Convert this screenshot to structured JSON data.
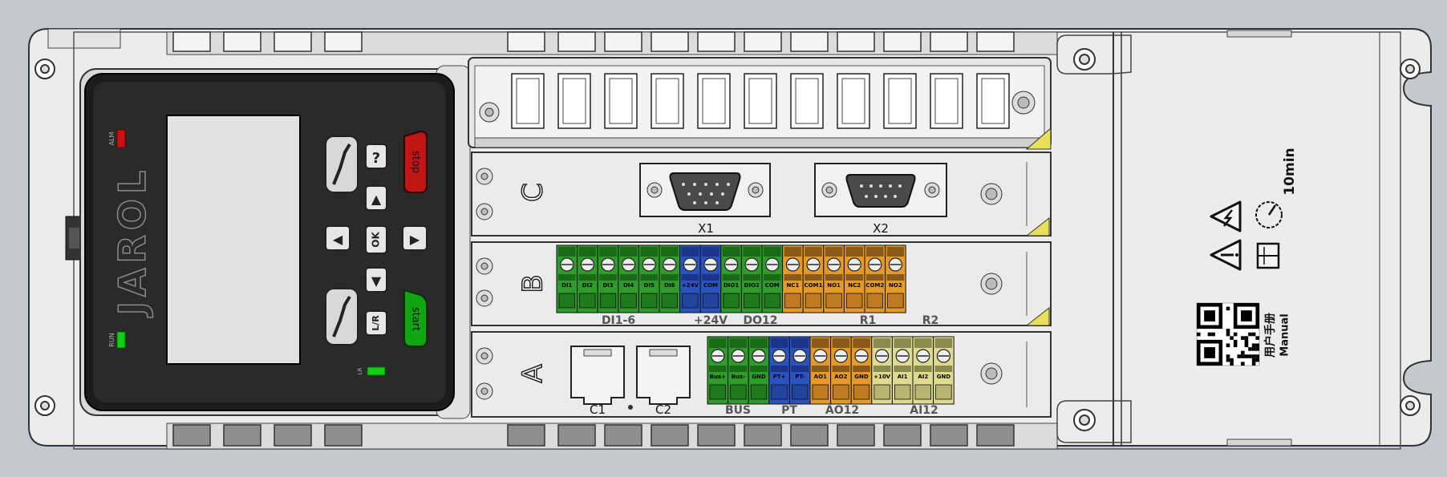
{
  "device": {
    "brand": "JAROL",
    "led_alarm": "ALM",
    "led_run": "RUN",
    "led_lr": "LR",
    "keys": {
      "help": "?",
      "ok": "OK",
      "lr": "L/R",
      "stop": "stop",
      "start": "start",
      "up": "▲",
      "down": "▼",
      "left": "◀",
      "right": "▶"
    }
  },
  "slots": {
    "c": {
      "label": "C",
      "connectors": [
        "X1",
        "X2"
      ]
    },
    "b": {
      "label": "B",
      "groups": [
        "DI1-6",
        "+24V",
        "DO12",
        "R1",
        "R2"
      ],
      "pins": [
        "DI1",
        "DI2",
        "DI3",
        "DI4",
        "DI5",
        "DI6",
        "+24V",
        "COM",
        "DIO1",
        "DIO2",
        "COM",
        "NC1",
        "COM1",
        "NO1",
        "NC2",
        "COM2",
        "NO2"
      ]
    },
    "a": {
      "label": "A",
      "ports": [
        "C1",
        "C2"
      ],
      "groups": [
        "BUS",
        "PT",
        "AO12",
        "AI12"
      ],
      "pins": [
        "Bus+",
        "Bus-",
        "GND",
        "PT+",
        "PT-",
        "AO1",
        "AO2",
        "GND",
        "+10V",
        "AI1",
        "AI2",
        "GND"
      ]
    }
  },
  "panel": {
    "time": "10min",
    "manual_cn": "用户手册",
    "manual_en": "Manual"
  },
  "colors": {
    "background": "#c4c8d0",
    "housing": "#ececec",
    "keypad": "#2a2a2a",
    "green_terminal": "#2e9b2a",
    "blue_terminal": "#2a53c0",
    "orange_terminal": "#e39a2a",
    "yellow_terminal": "#dedb8e",
    "led_red": "#d01010",
    "led_green": "#12d012"
  }
}
